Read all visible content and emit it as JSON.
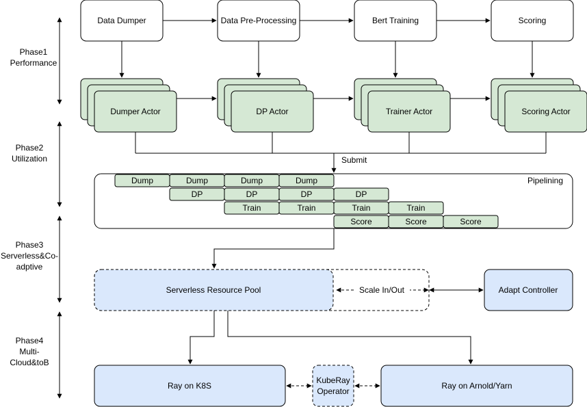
{
  "phases": [
    {
      "lines": [
        "Phase1",
        "Performance"
      ]
    },
    {
      "lines": [
        "Phase2",
        "Utilization"
      ]
    },
    {
      "lines": [
        "Phase3",
        "Serverless&Co-",
        "adptive"
      ]
    },
    {
      "lines": [
        "Phase4",
        "Multi-",
        "Cloud&toB"
      ]
    }
  ],
  "stages": [
    "Data Dumper",
    "Data Pre-Processing",
    "Bert Training",
    "Scoring"
  ],
  "actors": [
    "Dumper Actor",
    "DP Actor",
    "Trainer Actor",
    "Scoring Actor"
  ],
  "submit_label": "Submit",
  "pipelining": {
    "label": "Pipelining",
    "rows": [
      [
        "Dump",
        "Dump",
        "Dump",
        "Dump"
      ],
      [
        "DP",
        "DP",
        "DP",
        "DP"
      ],
      [
        "Train",
        "Train",
        "Train",
        "Train"
      ],
      [
        "Score",
        "Score",
        "Score"
      ]
    ]
  },
  "serverless_pool": "Serverless Resource Pool",
  "scale_label": "Scale In/Out",
  "adapt_controller": "Adapt Controller",
  "ray_k8s": "Ray on K8S",
  "kuberay": [
    "KubeRay",
    "Operator"
  ],
  "ray_arnold": "Ray on Arnold/Yarn",
  "colors": {
    "green_fill": "#d5e8d4",
    "green_stroke": "#000000",
    "blue_fill": "#dae8fc",
    "stroke": "#000000"
  }
}
